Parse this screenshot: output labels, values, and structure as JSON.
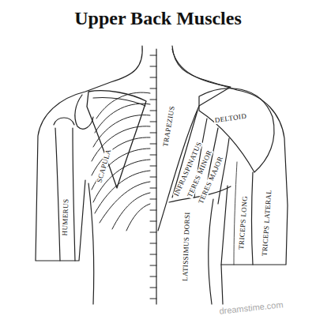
{
  "diagram": {
    "title": "Upper Back Muscles",
    "labels": [
      "HUMERUS",
      "SCAPULA",
      "TRAPEZIUS",
      "DELTOID",
      "INFRASPINATUS",
      "TERES MINOR",
      "TERES MAJOR",
      "LATISSIMUS DORSI",
      "TRICEPS LONG",
      "TRICEPS LATERAL",
      "dreamstime.com"
    ]
  }
}
